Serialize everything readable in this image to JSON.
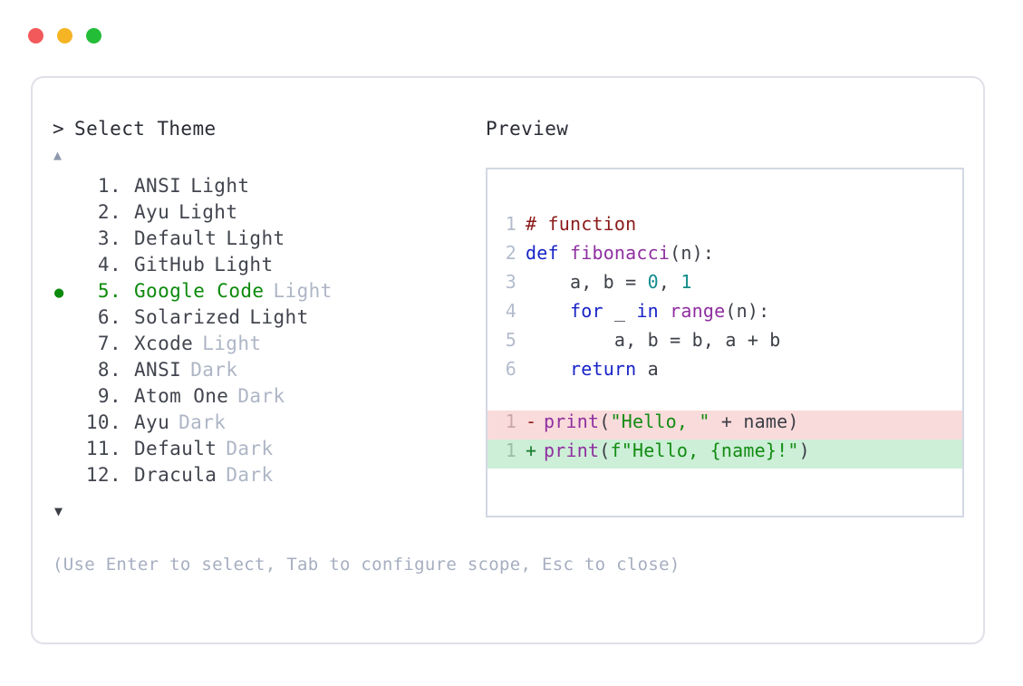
{
  "window": {
    "traffic_lights": [
      {
        "name": "close",
        "color": "#f2595a"
      },
      {
        "name": "minimize",
        "color": "#f5b424"
      },
      {
        "name": "maximize",
        "color": "#24bd37"
      }
    ]
  },
  "selector": {
    "caret": ">",
    "title": "Select Theme",
    "scroll_up": "▲",
    "scroll_down": "▼",
    "selected_index": 5,
    "bullet": "●",
    "items": [
      {
        "index": "1.",
        "name": "ANSI",
        "variant": "Light",
        "selected": false,
        "dim_variant": false
      },
      {
        "index": "2.",
        "name": "Ayu",
        "variant": "Light",
        "selected": false,
        "dim_variant": false
      },
      {
        "index": "3.",
        "name": "Default",
        "variant": "Light",
        "selected": false,
        "dim_variant": false
      },
      {
        "index": "4.",
        "name": "GitHub",
        "variant": "Light",
        "selected": false,
        "dim_variant": false
      },
      {
        "index": "5.",
        "name": "Google Code",
        "variant": "Light",
        "selected": true,
        "dim_variant": true
      },
      {
        "index": "6.",
        "name": "Solarized",
        "variant": "Light",
        "selected": false,
        "dim_variant": false
      },
      {
        "index": "7.",
        "name": "Xcode",
        "variant": "Light",
        "selected": false,
        "dim_variant": true
      },
      {
        "index": "8.",
        "name": "ANSI",
        "variant": "Dark",
        "selected": false,
        "dim_variant": true
      },
      {
        "index": "9.",
        "name": "Atom One",
        "variant": "Dark",
        "selected": false,
        "dim_variant": true
      },
      {
        "index": "10.",
        "name": "Ayu",
        "variant": "Dark",
        "selected": false,
        "dim_variant": true
      },
      {
        "index": "11.",
        "name": "Default",
        "variant": "Dark",
        "selected": false,
        "dim_variant": true
      },
      {
        "index": "12.",
        "name": "Dracula",
        "variant": "Dark",
        "selected": false,
        "dim_variant": true
      }
    ],
    "help": "(Use Enter to select, Tab to configure scope, Esc to close)"
  },
  "preview": {
    "label": "Preview",
    "code_lines": [
      {
        "ln": "1",
        "tokens": [
          {
            "t": "# function",
            "c": "comment"
          }
        ]
      },
      {
        "ln": "2",
        "tokens": [
          {
            "t": "def ",
            "c": "keyword"
          },
          {
            "t": "fibonacci",
            "c": "function"
          },
          {
            "t": "(n):",
            "c": "plain"
          }
        ]
      },
      {
        "ln": "3",
        "tokens": [
          {
            "t": "    a, b = ",
            "c": "plain"
          },
          {
            "t": "0",
            "c": "number"
          },
          {
            "t": ", ",
            "c": "plain"
          },
          {
            "t": "1",
            "c": "number"
          }
        ]
      },
      {
        "ln": "4",
        "tokens": [
          {
            "t": "    ",
            "c": "plain"
          },
          {
            "t": "for",
            "c": "keyword"
          },
          {
            "t": " _ ",
            "c": "plain"
          },
          {
            "t": "in",
            "c": "keyword"
          },
          {
            "t": " ",
            "c": "plain"
          },
          {
            "t": "range",
            "c": "function"
          },
          {
            "t": "(n):",
            "c": "plain"
          }
        ]
      },
      {
        "ln": "5",
        "tokens": [
          {
            "t": "        a, b = b, a + b",
            "c": "plain"
          }
        ]
      },
      {
        "ln": "6",
        "tokens": [
          {
            "t": "    ",
            "c": "plain"
          },
          {
            "t": "return",
            "c": "keyword"
          },
          {
            "t": " a",
            "c": "plain"
          }
        ]
      }
    ],
    "diff_lines": [
      {
        "ln": "1",
        "kind": "del",
        "mark": "-",
        "tokens": [
          {
            "t": "print",
            "c": "function"
          },
          {
            "t": "(",
            "c": "plain"
          },
          {
            "t": "\"Hello, \"",
            "c": "string"
          },
          {
            "t": " + name)",
            "c": "plain"
          }
        ]
      },
      {
        "ln": "1",
        "kind": "add",
        "mark": "+",
        "tokens": [
          {
            "t": "print",
            "c": "function"
          },
          {
            "t": "(",
            "c": "plain"
          },
          {
            "t": "f\"Hello, {name}!\"",
            "c": "string"
          },
          {
            "t": ")",
            "c": "plain"
          }
        ]
      }
    ]
  }
}
